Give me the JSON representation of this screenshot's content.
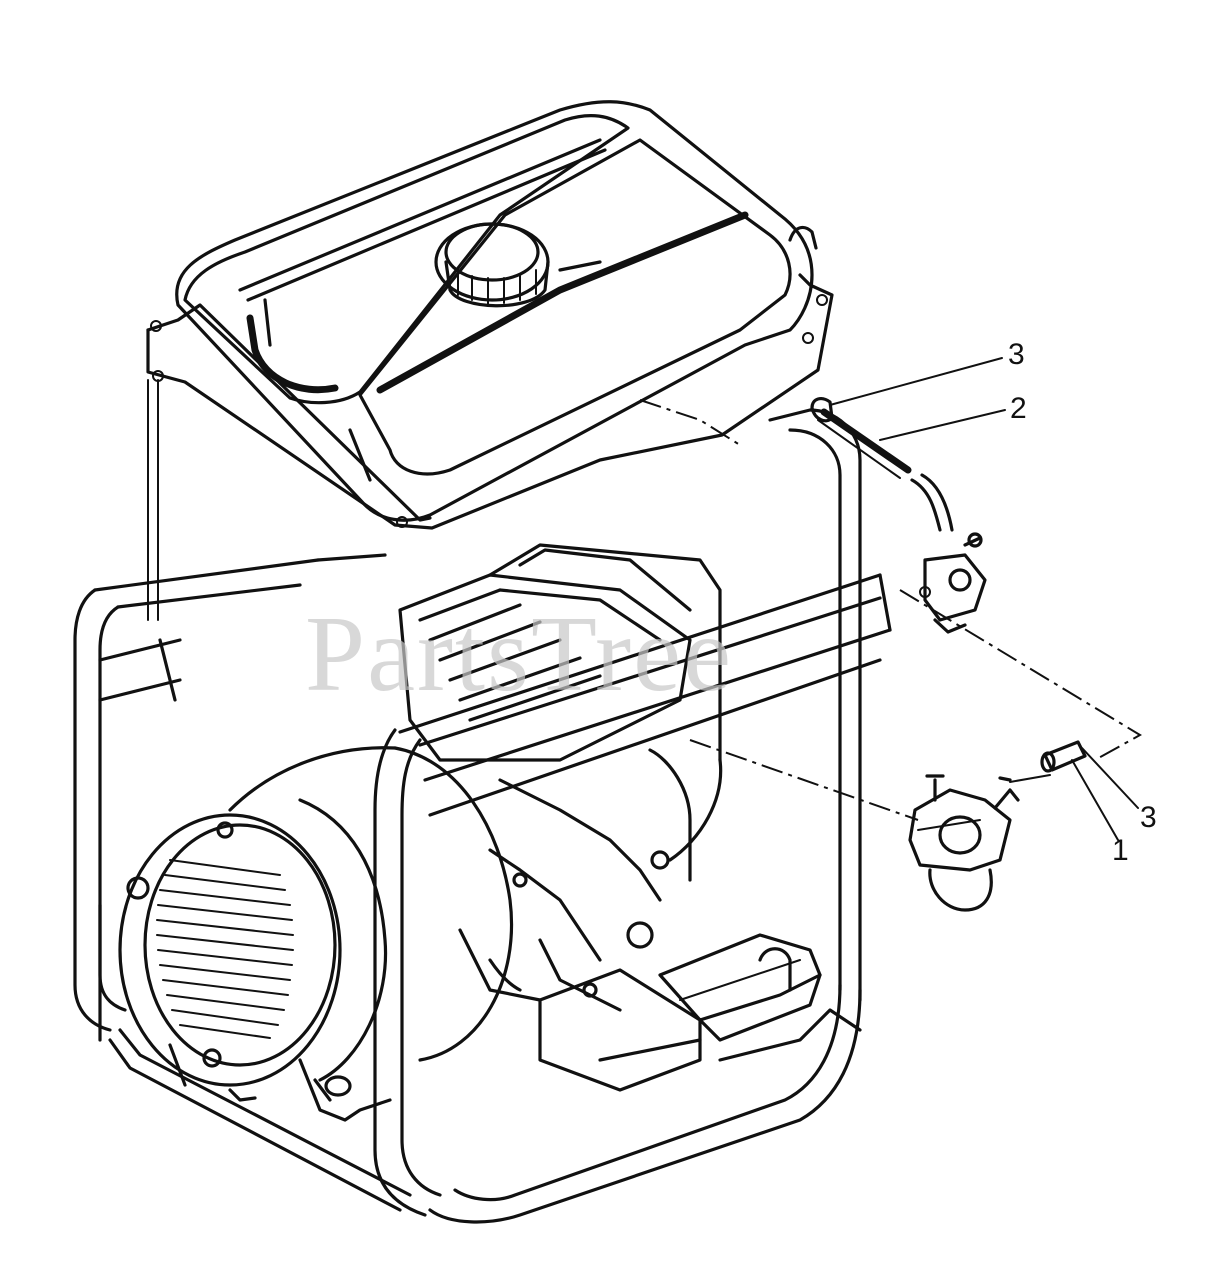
{
  "watermark": {
    "text": "PartsTree"
  },
  "callouts": [
    {
      "id": "callout-3-top",
      "label": "3"
    },
    {
      "id": "callout-2",
      "label": "2"
    },
    {
      "id": "callout-3-right",
      "label": "3"
    },
    {
      "id": "callout-1",
      "label": "1"
    }
  ]
}
